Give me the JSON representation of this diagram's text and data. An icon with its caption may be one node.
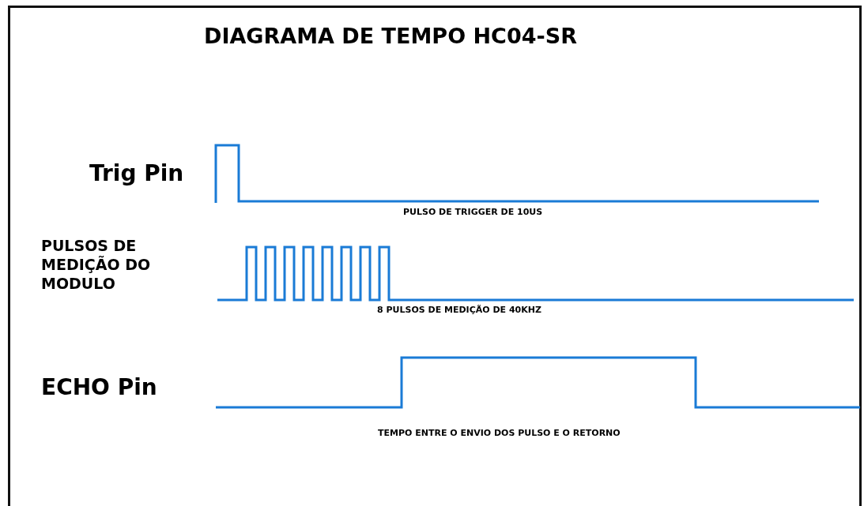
{
  "diagram": {
    "title": "DIAGRAMA DE TEMPO HC04-SR",
    "labels": [
      "Trig Pin",
      "PULSO DE TRIGGER DE 10US",
      "PULSOS DE MEDIÇÃO DO MODULO",
      "8 PULSOS DE MEDIÇÃO DE 40KHZ",
      "ECHO Pin",
      "TEMPO ENTRE O ENVIO DOS PULSO E O RETORNO"
    ]
  }
}
